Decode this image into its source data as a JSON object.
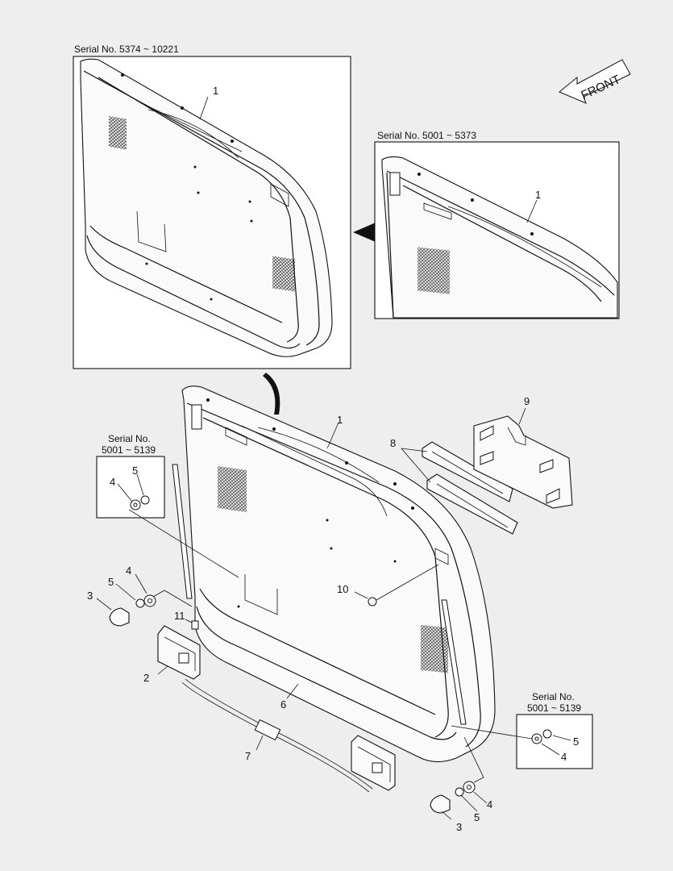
{
  "arrow": {
    "label": "FRONT"
  },
  "insets": {
    "upper_left": {
      "serial": "Serial No. 5374 ~ 10221",
      "callout": "1"
    },
    "upper_right": {
      "serial": "Serial No. 5001 ~ 5373",
      "callout": "1"
    },
    "left_small": {
      "serial_line1": "Serial No.",
      "serial_line2": "5001 ~ 5139",
      "callouts": [
        "4",
        "5"
      ]
    },
    "right_small": {
      "serial_line1": "Serial No.",
      "serial_line2": "5001 ~ 5139",
      "callouts": [
        "5",
        "4"
      ]
    }
  },
  "callouts": {
    "c1": "1",
    "c2": "2",
    "c3_left": "3",
    "c3_right": "3",
    "c4_left": "4",
    "c4_right": "4",
    "c5_left": "5",
    "c5_right": "5",
    "c6": "6",
    "c7": "7",
    "c8": "8",
    "c9": "9",
    "c10": "10",
    "c11": "11"
  }
}
